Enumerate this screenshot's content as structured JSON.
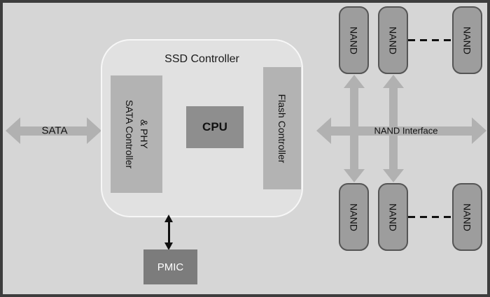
{
  "title": "SSD Controller",
  "blocks": {
    "sata_phy": {
      "line1": "SATA Controller",
      "line2": "& PHY"
    },
    "cpu": "CPU",
    "flash": "Flash Controller",
    "pmic": "PMIC",
    "nand": "NAND"
  },
  "arrows": {
    "sata_label": "SATA",
    "nand_interface_label": "NAND Interface"
  },
  "colors": {
    "bg": "#d6d6d6",
    "frame": "#3d3d3d",
    "controller_fill": "#e1e1e1",
    "controller_border": "#f7f7f7",
    "block_fill": "#b3b3b3",
    "cpu_fill": "#8e8e8e",
    "nand_fill": "#9d9d9d",
    "nand_border": "#555555",
    "pmic_fill": "#7c7c7c",
    "pmic_text": "#ffffff",
    "arrow": "#b1b1b1",
    "text": "#111111",
    "dash": "#111111"
  }
}
